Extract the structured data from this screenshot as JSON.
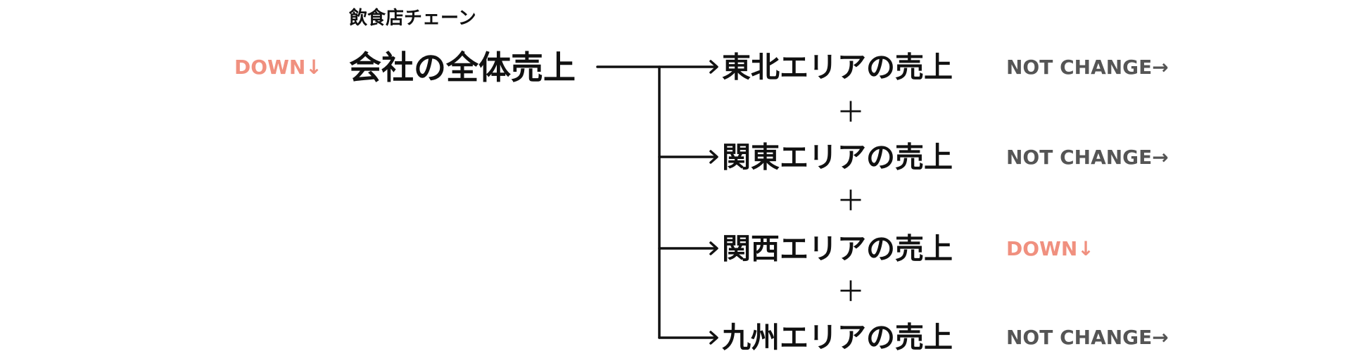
{
  "subtitle": "飲食店チェーン",
  "total": {
    "label": "会社の全体売上",
    "status": "DOWN↓",
    "status_type": "down"
  },
  "operator": "＋",
  "areas": [
    {
      "label": "東北エリアの売上",
      "status": "NOT CHANGE→",
      "status_type": "nc"
    },
    {
      "label": "関東エリアの売上",
      "status": "NOT CHANGE→",
      "status_type": "nc"
    },
    {
      "label": "関西エリアの売上",
      "status": "DOWN↓",
      "status_type": "down"
    },
    {
      "label": "九州エリアの売上",
      "status": "NOT CHANGE→",
      "status_type": "nc"
    }
  ],
  "colors": {
    "down": "#F0907F",
    "not_change": "#555555",
    "text": "#111111"
  }
}
